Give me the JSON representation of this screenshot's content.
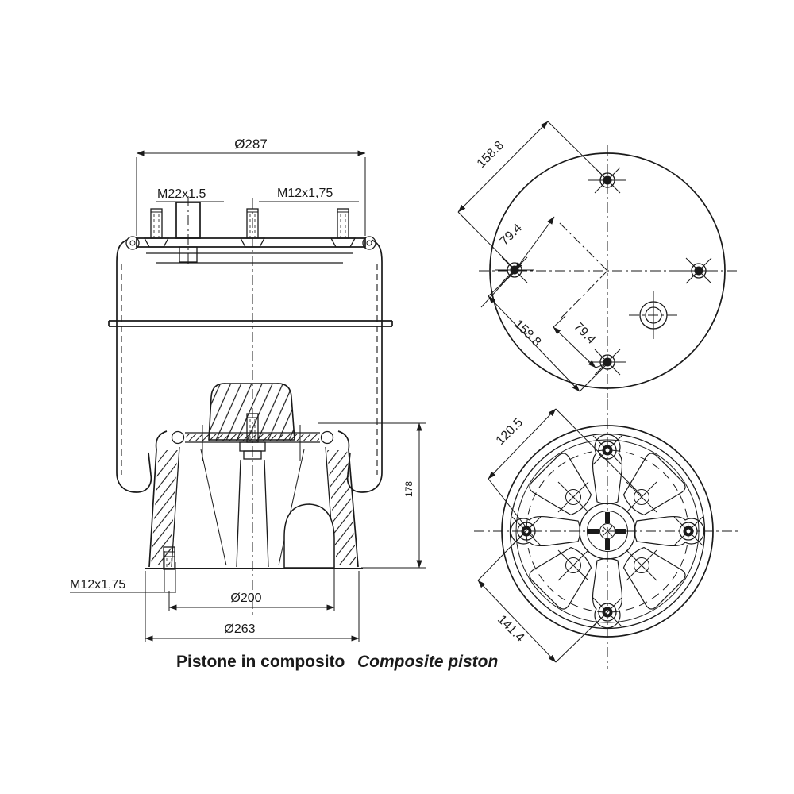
{
  "drawing": {
    "background": "#ffffff",
    "line_color": "#1a1a1a",
    "captions": {
      "italian": "Pistone in composito",
      "english": "Composite piston"
    },
    "side_view": {
      "dim_top_plate_diameter": "Ø287",
      "label_air_fitting_thread": "M22x1.5",
      "label_top_studs_thread": "M12x1,75",
      "label_bottom_stud_thread": "M12x1,75",
      "dim_piston_height": "178",
      "dim_bolt_circle_diameter": "Ø200",
      "dim_piston_base_diameter": "Ø263"
    },
    "top_view": {
      "dim_stud_diagonal_spacing_upper": "158.8",
      "dim_stud_half_spacing_upper": "79.4",
      "dim_stud_diagonal_spacing_lower": "158.8",
      "dim_stud_half_spacing_lower": "79.4"
    },
    "bottom_view": {
      "dim_inner_hole_diagonal": "120.5",
      "dim_bolt_diagonal_spacing": "141.4"
    }
  }
}
